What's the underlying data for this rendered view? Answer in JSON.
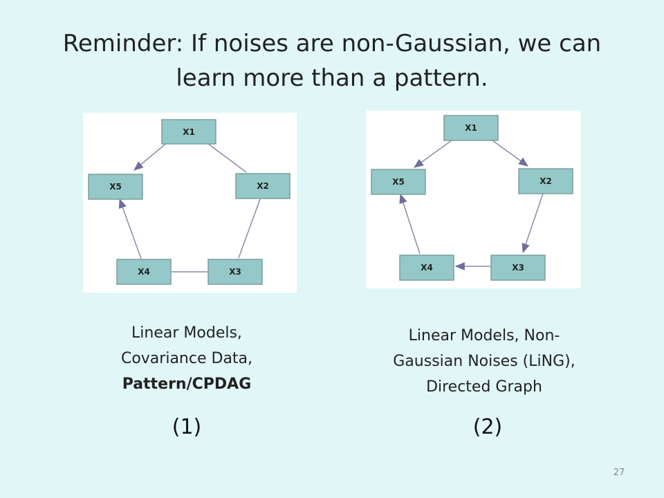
{
  "slide": {
    "title_line1": "Reminder: If noises are non-Gaussian, we can",
    "title_line2": "learn more than a pattern.",
    "page_number": "27"
  },
  "diagram1": {
    "nodes": [
      "X1",
      "X2",
      "X3",
      "X4",
      "X5"
    ],
    "edges": [
      {
        "from": "X1",
        "to": "X5",
        "directed": true
      },
      {
        "from": "X1",
        "to": "X2",
        "directed": false
      },
      {
        "from": "X2",
        "to": "X3",
        "directed": false
      },
      {
        "from": "X4",
        "to": "X3",
        "directed": false
      },
      {
        "from": "X4",
        "to": "X5",
        "directed": true
      }
    ],
    "caption_line1": "Linear Models,",
    "caption_line2": "Covariance Data,",
    "caption_line3": "Pattern/CPDAG",
    "number": "(1)"
  },
  "diagram2": {
    "nodes": [
      "X1",
      "X2",
      "X3",
      "X4",
      "X5"
    ],
    "edges": [
      {
        "from": "X1",
        "to": "X5",
        "directed": true
      },
      {
        "from": "X1",
        "to": "X2",
        "directed": true
      },
      {
        "from": "X2",
        "to": "X3",
        "directed": true
      },
      {
        "from": "X3",
        "to": "X4",
        "directed": true
      },
      {
        "from": "X4",
        "to": "X5",
        "directed": true
      }
    ],
    "caption_line1": "Linear Models, Non-",
    "caption_line2": "Gaussian Noises (LiNG),",
    "caption_line3": "Directed Graph",
    "number": "(2)"
  }
}
